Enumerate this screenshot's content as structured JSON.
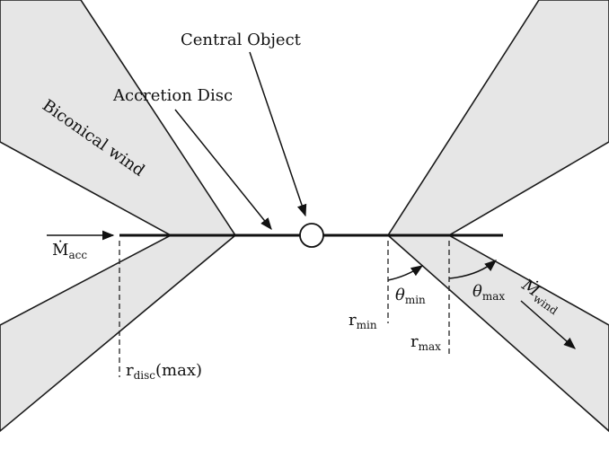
{
  "labels": {
    "central_object": "Central Object",
    "accretion_disc": "Accretion Disc",
    "biconical_wind": "Biconical wind",
    "m_acc_symbol": "Ṁ",
    "m_acc_sub": "acc",
    "theta_min_symbol": "θ",
    "theta_min_sub": "min",
    "theta_max_symbol": "θ",
    "theta_max_sub": "max",
    "r_min_symbol": "r",
    "r_min_sub": "min",
    "r_max_symbol": "r",
    "r_max_sub": "max",
    "r_disc_symbol": "r",
    "r_disc_sub": "disc",
    "r_disc_paren": "(max)",
    "m_wind_symbol": "Ṁ",
    "m_wind_sub": "wind"
  },
  "colors": {
    "wind_fill": "#e6e6e6",
    "line": "#111111"
  }
}
